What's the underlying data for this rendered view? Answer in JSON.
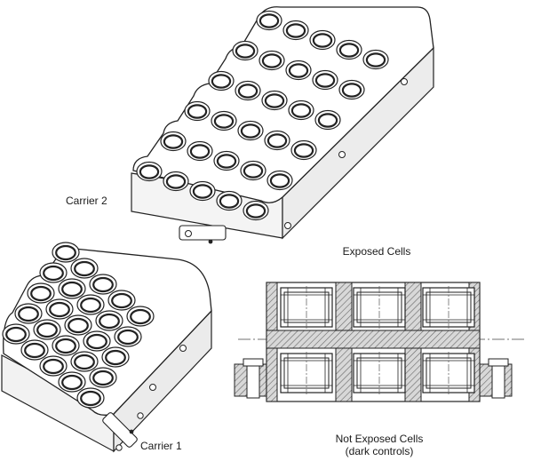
{
  "labels": {
    "carrier_2": "Carrier 2",
    "carrier_1": "Carrier 1",
    "exposed_cells": "Exposed Cells",
    "not_exposed_line1": "Not Exposed Cells",
    "not_exposed_line2": "(dark controls)"
  },
  "colors": {
    "line": "#222222",
    "hatch": "#777777",
    "well_face": "#ffffff"
  }
}
